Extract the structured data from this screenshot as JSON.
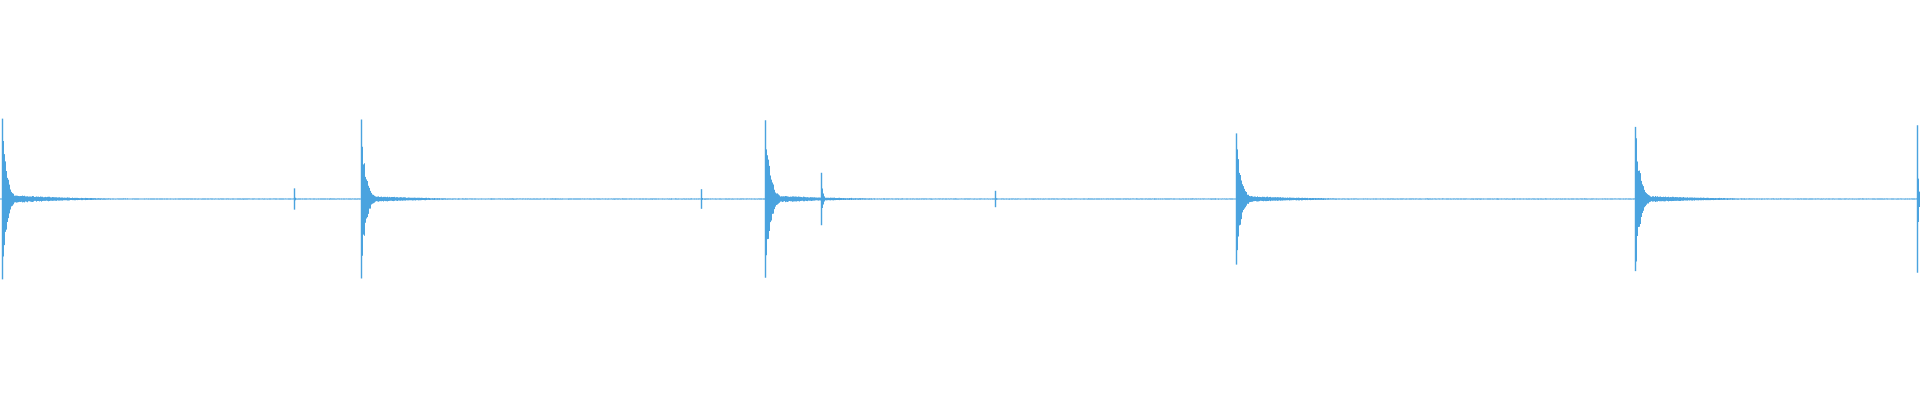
{
  "waveform": {
    "color": "#4aa3df",
    "background": "#ffffff",
    "duration_fraction_axis": "normalized",
    "events": [
      {
        "t": 0.0008,
        "amplitude": 0.98,
        "decay": 0.018,
        "tail_level": 0.06
      },
      {
        "t": 0.1532,
        "amplitude": 0.13,
        "decay": 0.002,
        "tail_level": 0.0
      },
      {
        "t": 0.188,
        "amplitude": 0.97,
        "decay": 0.018,
        "tail_level": 0.045
      },
      {
        "t": 0.365,
        "amplitude": 0.12,
        "decay": 0.002,
        "tail_level": 0.0
      },
      {
        "t": 0.3985,
        "amplitude": 0.96,
        "decay": 0.02,
        "tail_level": 0.05
      },
      {
        "t": 0.4278,
        "amplitude": 0.32,
        "decay": 0.006,
        "tail_level": 0.01
      },
      {
        "t": 0.5182,
        "amplitude": 0.1,
        "decay": 0.002,
        "tail_level": 0.0
      },
      {
        "t": 0.6438,
        "amplitude": 0.8,
        "decay": 0.02,
        "tail_level": 0.045
      },
      {
        "t": 0.8516,
        "amplitude": 0.88,
        "decay": 0.02,
        "tail_level": 0.05
      },
      {
        "t": 0.9985,
        "amplitude": 0.9,
        "decay": 0.004,
        "tail_level": 0.0
      }
    ]
  }
}
